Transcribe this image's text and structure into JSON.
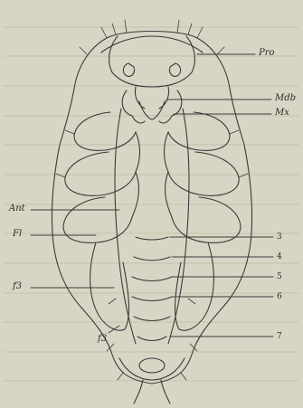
{
  "figure": {
    "labels_right": {
      "pro": "Pro",
      "mdb": "Mdb",
      "mx": "Mx",
      "n3": "3",
      "n4": "4",
      "n5": "5",
      "n6": "6",
      "n7": "7"
    },
    "labels_left": {
      "ant": "Ant",
      "fl": "Fl",
      "f3": "f3",
      "t3": "f3"
    },
    "colors": {
      "background": "#d9d5c4",
      "ink": "#3a3a3a"
    }
  }
}
